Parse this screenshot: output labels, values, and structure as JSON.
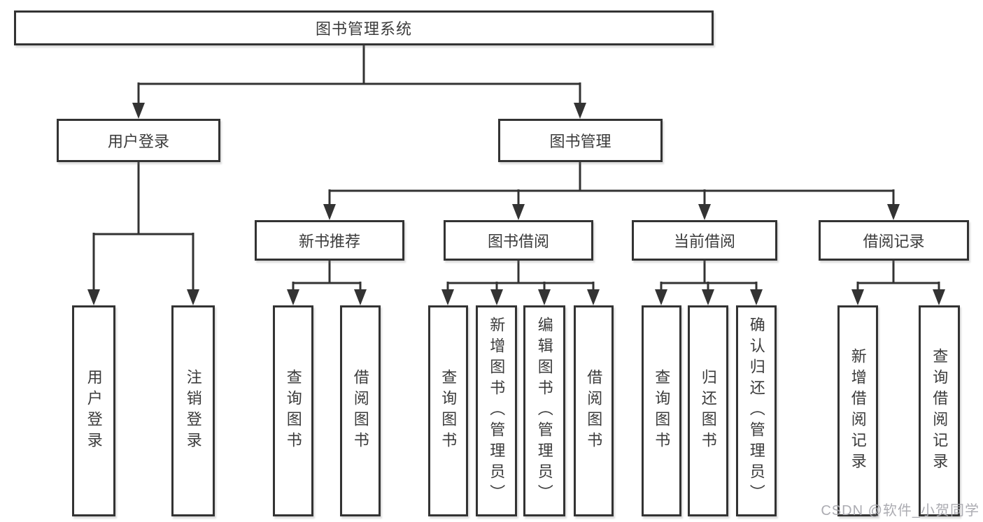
{
  "tree": {
    "root": {
      "label": "图书管理系统"
    },
    "branches": [
      {
        "label": "用户登录",
        "leaves": [
          "用户登录",
          "注销登录"
        ]
      },
      {
        "label": "图书管理",
        "sections": [
          {
            "label": "新书推荐",
            "leaves": [
              "查询图书",
              "借阅图书"
            ]
          },
          {
            "label": "图书借阅",
            "leaves": [
              "查询图书",
              "新增图书（管理员）",
              "编辑图书（管理员）",
              "借阅图书"
            ]
          },
          {
            "label": "当前借阅",
            "leaves": [
              "查询图书",
              "归还图书",
              "确认归还（管理员）"
            ]
          },
          {
            "label": "借阅记录",
            "leaves": [
              "新增借阅记录",
              "查询借阅记录"
            ]
          }
        ]
      }
    ]
  },
  "watermark": "CSDN @软件_小贺同学",
  "colors": {
    "line": "#333333",
    "box_border": "#333333",
    "text": "#3b3b3b",
    "watermark": "#a8a8ae",
    "background": "#ffffff"
  }
}
